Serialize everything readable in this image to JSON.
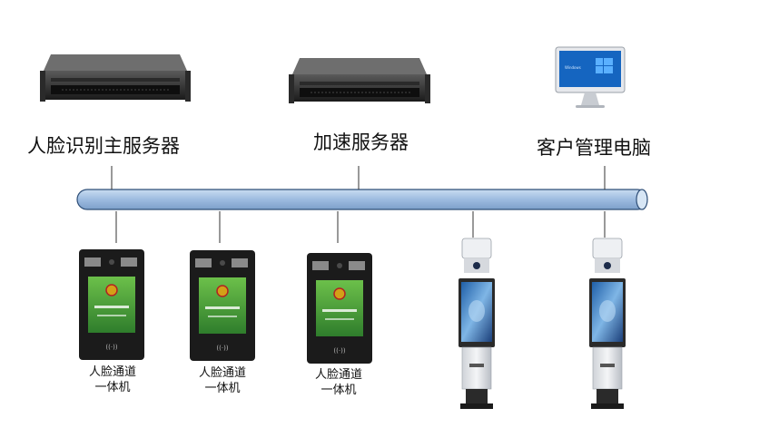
{
  "nodes": {
    "main_server": {
      "label": "人脸识别主服务器",
      "icon": "rack-server"
    },
    "accel_server": {
      "label": "加速服务器",
      "icon": "rack-server"
    },
    "client_pc": {
      "label": "客户管理电脑",
      "icon": "desktop-monitor",
      "screen_text": "Windows"
    }
  },
  "devices": [
    {
      "label_line1": "人脸通道",
      "label_line2": "一体机",
      "type": "face-terminal"
    },
    {
      "label_line1": "人脸通道",
      "label_line2": "一体机",
      "type": "face-terminal"
    },
    {
      "label_line1": "人脸通道",
      "label_line2": "一体机",
      "type": "face-terminal"
    },
    {
      "type": "face-gate-pillar"
    },
    {
      "type": "face-gate-pillar"
    }
  ],
  "colors": {
    "bus": "#a9c4e4",
    "bus_stroke": "#2f4f78",
    "connector": "#333333",
    "terminal_body": "#1b1b1b",
    "terminal_screen": "#3f8f3a",
    "windows_blue": "#1e7fd6"
  }
}
